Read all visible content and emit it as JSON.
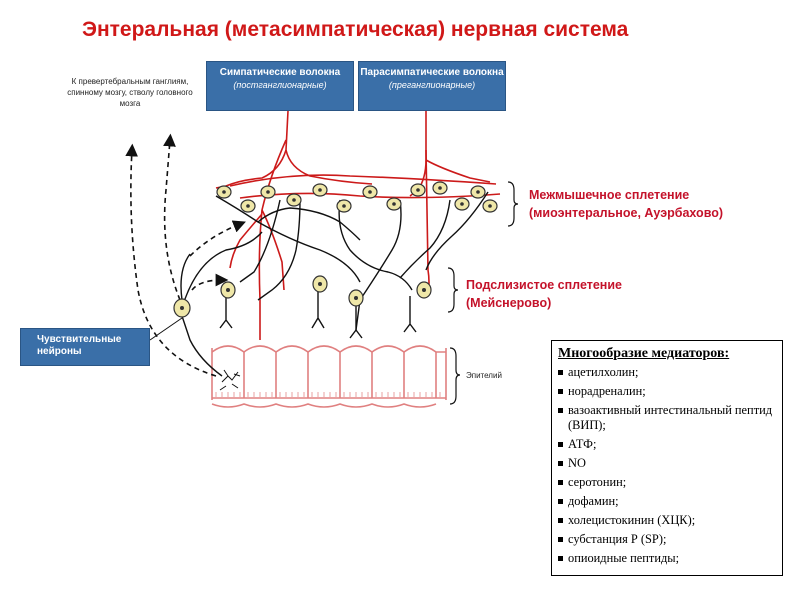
{
  "title": "Энтеральная (метасимпатическая) нервная система",
  "sympathetic_box": {
    "title": "Симпатические волокна",
    "subtitle": "(постганглионарные)"
  },
  "parasympathetic_box": {
    "title": "Парасимпатические волокна",
    "subtitle": "(преганглионарные)"
  },
  "afferent_note": "К превертебральным ганглиям, спинному мозгу, стволу  головного мозга",
  "myenteric_plexus": {
    "line1": "Межмышечное сплетение",
    "line2": "(миоэнтеральное, Ауэрбахово)"
  },
  "submucosal_plexus": {
    "line1": "Подслизистое сплетение",
    "line2": "(Мейснерово)"
  },
  "sensory_neurons_label": "Чувствительные нейроны",
  "epithelium_label": "Эпителий",
  "mediators": {
    "title": "Многообразие медиаторов:",
    "items": [
      "ацетилхолин;",
      "норадреналин;",
      "вазоактивный интестинальный пептид (ВИП);",
      "АТФ;",
      "NO",
      "серотонин;",
      "дофамин;",
      "холецистокинин (ХЦК);",
      "субстанция Р (SP);",
      "опиоидные пептиды;"
    ]
  },
  "colors": {
    "title_red": "#d01818",
    "box_blue": "#3a6fa8",
    "fiber_red": "#cc1a1a",
    "neuron_black": "#111111",
    "soma_fill": "#efe7a8"
  }
}
